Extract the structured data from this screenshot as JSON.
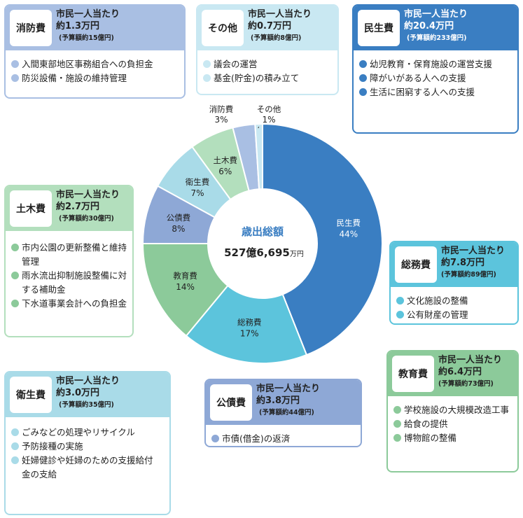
{
  "colors": {
    "minsei": "#3a7ec2",
    "somu": "#5cc4dc",
    "kyoiku": "#8cca9a",
    "kosai": "#8ea8d6",
    "eisei": "#a9dbe8",
    "doboku": "#b3dfbd",
    "shobo": "#a9bfe3",
    "sonota": "#c9e8f2"
  },
  "center": {
    "title": "歳出総額",
    "amount": "527億6,695",
    "unit": "万円"
  },
  "chart_data": {
    "type": "pie",
    "donut": true,
    "total_label": "527億6,695万円",
    "slices": [
      {
        "name": "民生費",
        "percent": 44,
        "label": "44%"
      },
      {
        "name": "総務費",
        "percent": 17,
        "label": "17%"
      },
      {
        "name": "教育費",
        "percent": 14,
        "label": "14%"
      },
      {
        "name": "公債費",
        "percent": 8,
        "label": "8%"
      },
      {
        "name": "衛生費",
        "percent": 7,
        "label": "7%"
      },
      {
        "name": "土木費",
        "percent": 6,
        "label": "6%"
      },
      {
        "name": "消防費",
        "percent": 3,
        "label": "3%"
      },
      {
        "name": "その他",
        "percent": 1,
        "label": "1%"
      }
    ]
  },
  "cards": {
    "shobo": {
      "name": "消防費",
      "line1": "市民一人当たり",
      "line2": "約1.3万円",
      "line3": "(予算額約15億円)",
      "items": [
        "入間東部地区事務組合への負担金",
        "防災設備・施設の維持管理"
      ]
    },
    "sonota": {
      "name": "その他",
      "line1": "市民一人当たり",
      "line2": "約0.7万円",
      "line3": "(予算額約8億円)",
      "items": [
        "議会の運営",
        "基金(貯金)の積み立て"
      ]
    },
    "minsei": {
      "name": "民生費",
      "line1": "市民一人当たり",
      "line2": "約20.4万円",
      "line3": "(予算額約233億円)",
      "items": [
        "幼児教育・保育施設の運営支援",
        "障がいがある人への支援",
        "生活に困窮する人への支援"
      ]
    },
    "doboku": {
      "name": "土木費",
      "line1": "市民一人当たり",
      "line2": "約2.7万円",
      "line3": "(予算額約30億円)",
      "items": [
        "市内公園の更新整備と維持管理",
        "雨水流出抑制施設整備に対する補助金",
        "下水道事業会計への負担金"
      ]
    },
    "somu": {
      "name": "総務費",
      "line1": "市民一人当たり",
      "line2": "約7.8万円",
      "line3": "(予算額約89億円)",
      "items": [
        "文化施設の整備",
        "公有財産の管理"
      ]
    },
    "kyoiku": {
      "name": "教育費",
      "line1": "市民一人当たり",
      "line2": "約6.4万円",
      "line3": "(予算額約73億円)",
      "items": [
        "学校施設の大規模改造工事",
        "給食の提供",
        "博物館の整備"
      ]
    },
    "eisei": {
      "name": "衛生費",
      "line1": "市民一人当たり",
      "line2": "約3.0万円",
      "line3": "(予算額約35億円)",
      "items": [
        "ごみなどの処理やリサイクル",
        "予防接種の実施",
        "妊婦健診や妊婦のための支援給付金の支給"
      ]
    },
    "kosai": {
      "name": "公債費",
      "line1": "市民一人当たり",
      "line2": "約3.8万円",
      "line3": "(予算額約44億円)",
      "items": [
        "市債(借金)の返済"
      ]
    }
  }
}
